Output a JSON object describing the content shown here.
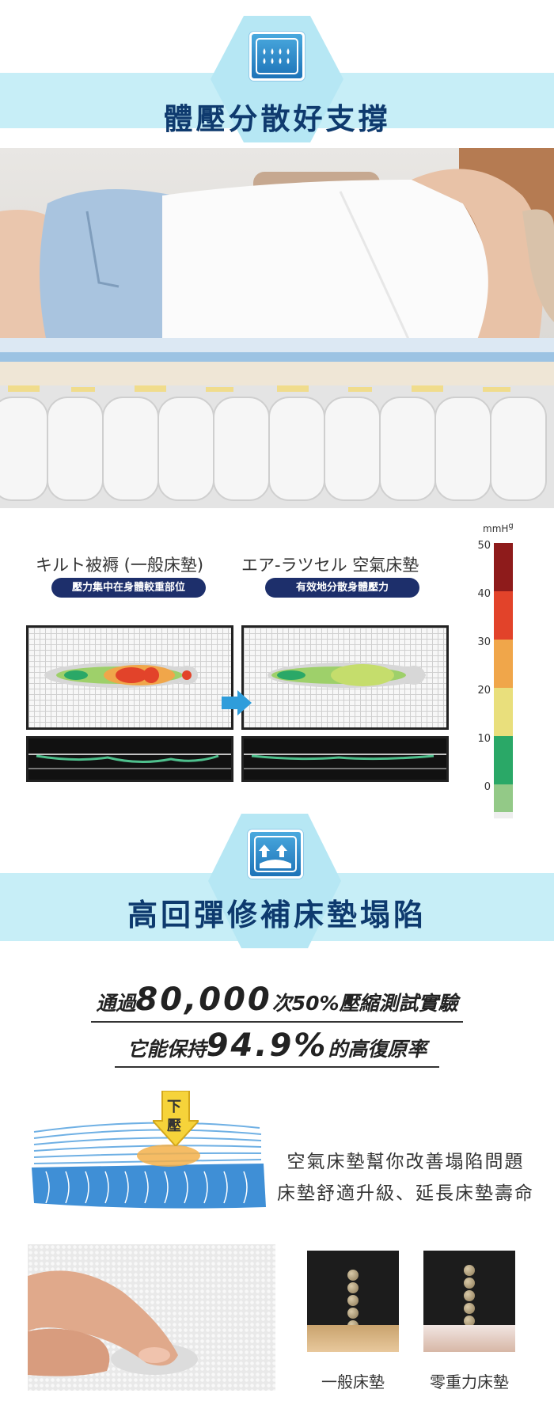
{
  "section1": {
    "title": "體壓分散好支撐",
    "icon": "pressure-dispersion-icon"
  },
  "comparison": {
    "left": {
      "title": "キルト被褥 (一般床墊)",
      "badge": "壓力集中在身體較重部位"
    },
    "right": {
      "title": "エア-ラツセル 空氣床墊",
      "badge": "有效地分散身體壓力"
    },
    "arrow_icon": "arrow-right-icon",
    "scale": {
      "unit": "mmH",
      "unit_sup": "g",
      "ticks": [
        "50",
        "40",
        "30",
        "20",
        "10",
        "0"
      ],
      "colors": [
        "#8e1b1b",
        "#e2432a",
        "#f0a64a",
        "#e9df7c",
        "#2aa867",
        "#93c987"
      ]
    }
  },
  "section2": {
    "title": "高回彈修補床墊塌陷",
    "icon": "rebound-arrows-icon",
    "claim1": {
      "pre": "通過",
      "num": "80,000",
      "post": "次50%壓縮測試實驗"
    },
    "claim2": {
      "pre": "它能保持",
      "num": "94.9%",
      "post": "的高復原率"
    },
    "press_label_1": "下",
    "press_label_2": "壓",
    "desc_line1": "空氣床墊幫你改善塌陷問題",
    "desc_line2": "床墊舒適升級、延長床墊壽命",
    "demo_left_label": "一般床墊",
    "demo_right_label": "零重力床墊"
  },
  "colors": {
    "band": "#c7eef7",
    "title": "#0e3a6e",
    "badge": "#1d2f6b",
    "arrow": "#2f9ddb"
  }
}
